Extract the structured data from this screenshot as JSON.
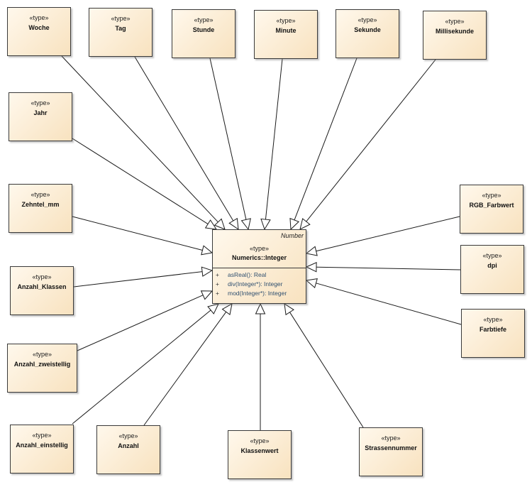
{
  "main_class": {
    "abstract_name": "Number",
    "stereotype": "«type»",
    "name": "Numerics::Integer",
    "operations": [
      {
        "visibility": "+",
        "signature": "asReal(): Real"
      },
      {
        "visibility": "+",
        "signature": "div(Integer*): Integer"
      },
      {
        "visibility": "+",
        "signature": "mod(Integer*): Integer"
      }
    ]
  },
  "types": [
    {
      "stereotype": "«type»",
      "name": "Woche"
    },
    {
      "stereotype": "«type»",
      "name": "Tag"
    },
    {
      "stereotype": "«type»",
      "name": "Stunde"
    },
    {
      "stereotype": "«type»",
      "name": "Minute"
    },
    {
      "stereotype": "«type»",
      "name": "Sekunde"
    },
    {
      "stereotype": "«type»",
      "name": "Millisekunde"
    },
    {
      "stereotype": "«type»",
      "name": "Jahr"
    },
    {
      "stereotype": "«type»",
      "name": "Zehntel_mm"
    },
    {
      "stereotype": "«type»",
      "name": "Anzahl_Klassen"
    },
    {
      "stereotype": "«type»",
      "name": "Anzahl_zweistellig"
    },
    {
      "stereotype": "«type»",
      "name": "Anzahl_einstellig"
    },
    {
      "stereotype": "«type»",
      "name": "Anzahl"
    },
    {
      "stereotype": "«type»",
      "name": "Klassenwert"
    },
    {
      "stereotype": "«type»",
      "name": "Strassennummer"
    },
    {
      "stereotype": "«type»",
      "name": "RGB_Farbwert"
    },
    {
      "stereotype": "«type»",
      "name": "dpi"
    },
    {
      "stereotype": "«type»",
      "name": "Farbtiefe"
    }
  ],
  "colors": {
    "box_fill_start": "#fff8ec",
    "box_fill_end": "#f8e2bf",
    "line": "#1a1a1a",
    "operation_text": "#2f4f6f"
  }
}
